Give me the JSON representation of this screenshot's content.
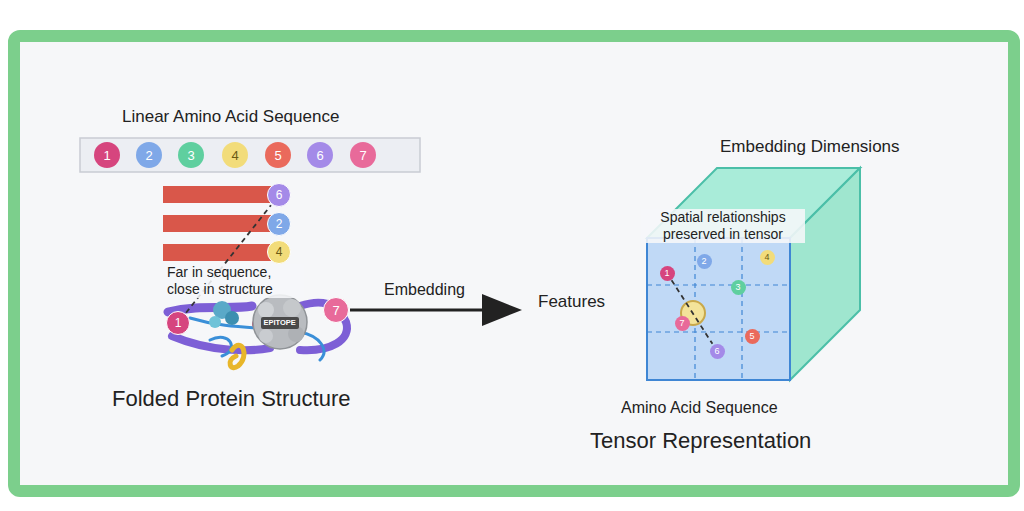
{
  "diagram": {
    "nodes": [
      {
        "text": [
          "1"
        ]
      },
      {
        "text": [
          "2"
        ]
      },
      {
        "text": [
          "3"
        ]
      },
      {
        "text": [
          "4"
        ]
      },
      {
        "text": [
          "5"
        ]
      },
      {
        "text": [
          "6"
        ]
      },
      {
        "text": [
          "7"
        ]
      },
      {
        "text": [
          "6"
        ]
      },
      {
        "text": [
          "2"
        ]
      },
      {
        "text": [
          "4"
        ]
      },
      {
        "text": [
          "1"
        ]
      },
      {
        "text": [
          "7"
        ]
      },
      {
        "text": [
          "EPITOPE"
        ]
      },
      {
        "text": [
          "1"
        ]
      },
      {
        "text": [
          "2"
        ]
      },
      {
        "text": [
          "4"
        ]
      },
      {
        "text": [
          "3"
        ]
      },
      {
        "text": [
          "7"
        ]
      },
      {
        "text": [
          "5"
        ]
      },
      {
        "text": [
          "6"
        ]
      }
    ],
    "edges": [
      {
        "from": 10,
        "to": 7,
        "arrow": "none"
      },
      {
        "from": 13,
        "to": 19,
        "arrow": "none"
      }
    ],
    "labels": [
      "Linear Amino Acid Sequence",
      "Far in sequence, close in structure",
      "Folded Protein Structure",
      "Embedding",
      "Features",
      "Embedding Dimensions",
      "Spatial relationships preserved in tensor",
      "Amino Acid Sequence",
      "Tensor Representation"
    ]
  }
}
